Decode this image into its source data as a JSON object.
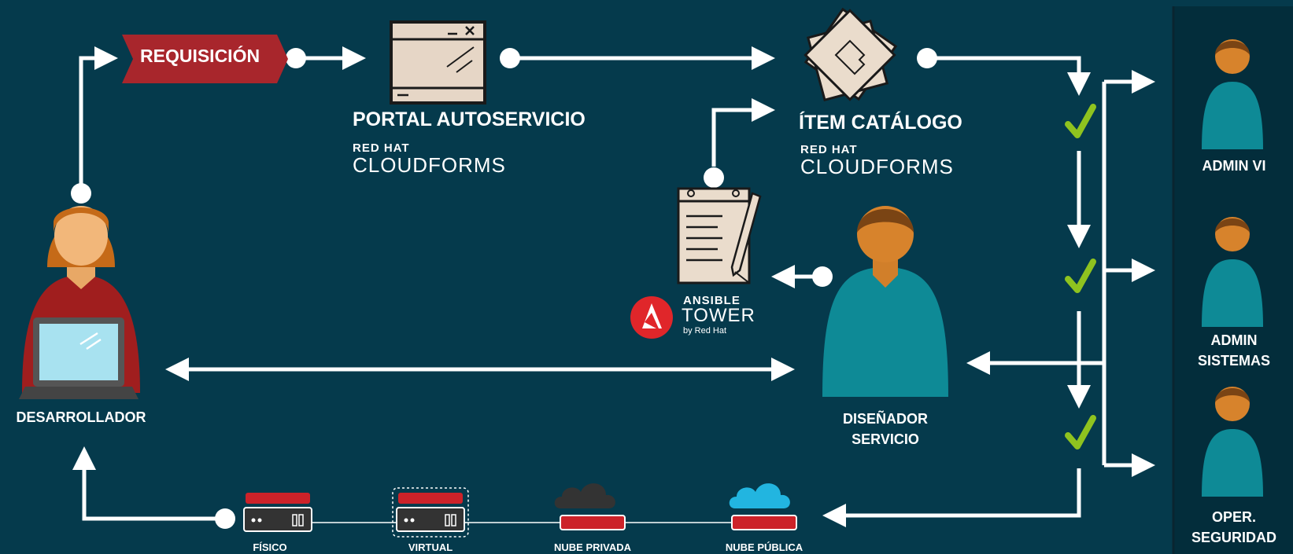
{
  "request_label": "REQUISICIÓN",
  "portal": {
    "title": "PORTAL AUTOSERVICIO",
    "brand_top": "RED HAT",
    "brand_name": "CLOUDFORMS"
  },
  "catalog": {
    "title": "ÍTEM CATÁLOGO",
    "brand_top": "RED HAT",
    "brand_name": "CLOUDFORMS"
  },
  "ansible": {
    "top": "ANSIBLE",
    "name": "TOWER",
    "by": "by Red Hat"
  },
  "roles": {
    "developer": "DESARROLLADOR",
    "designer_line1": "DISEÑADOR",
    "designer_line2": "SERVICIO",
    "admin_vi": "ADMIN VI",
    "admin_sys_line1": "ADMIN",
    "admin_sys_line2": "SISTEMAS",
    "oper_line1": "OPER.",
    "oper_line2": "SEGURIDAD"
  },
  "environments": [
    "FÍSICO",
    "VIRTUAL",
    "NUBE PRIVADA",
    "NUBE PÚBLICA"
  ],
  "colors": {
    "background": "#053a4c",
    "side_panel": "#032d3b",
    "request_red": "#a8262c",
    "teal": "#0e8a96",
    "check_green": "#8fc31f",
    "server_red": "#cc2229"
  }
}
